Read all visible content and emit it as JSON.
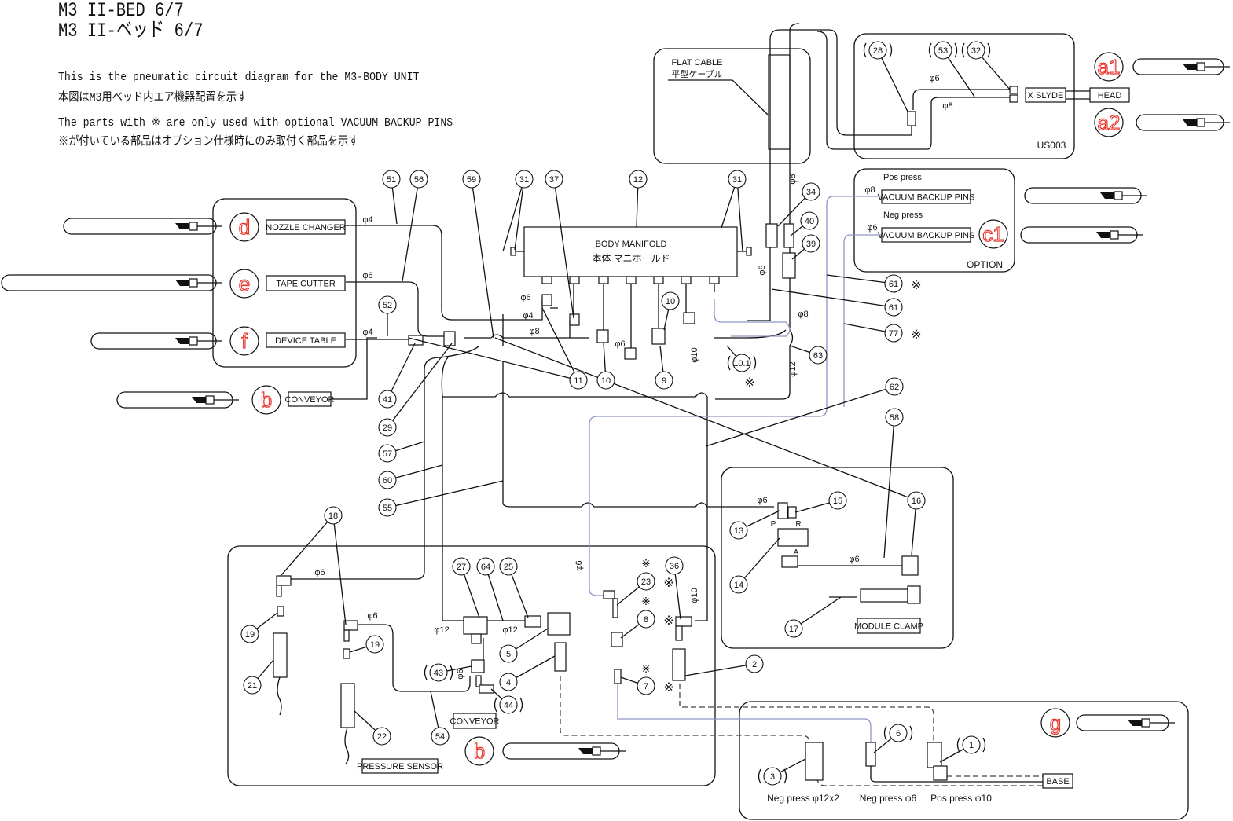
{
  "header": {
    "title_en": "M3 II-BED  6/7",
    "title_jp": "M3 II-ベッド  6/7",
    "desc_en": "This is the pneumatic circuit diagram for the M3-BODY UNIT",
    "desc_jp": "本図はM3用ベッド内エア機器配置を示す",
    "note_en": "The parts with ※ are only used with optional VACUUM BACKUP PINS",
    "note_jp": "※が付いている部品はオプション仕様時にのみ取付く部品を示す"
  },
  "manifold": {
    "label_en": "BODY MANIFOLD",
    "label_jp": "本体 マニホールド"
  },
  "boxes": [
    "NOZZLE CHANGER",
    "TAPE CUTTER",
    "DEVICE TABLE",
    "CONVEYOR",
    "CONVEYOR",
    "PRESSURE SENSOR",
    "MODULE CLAMP",
    "X SLYDE",
    "HEAD",
    "VACUUM BACKUP PINS",
    "VACUUM BACKUP PINS",
    "BASE"
  ],
  "section_letters": [
    "a1",
    "a2",
    "c1",
    "d",
    "e",
    "f",
    "b",
    "b",
    "g"
  ],
  "callouts": [
    "51",
    "56",
    "59",
    "31",
    "37",
    "12",
    "31",
    "34",
    "40",
    "39",
    "61",
    "61",
    "77",
    "63",
    "62",
    "58",
    "52",
    "10",
    "11",
    "10",
    "9",
    "10.1",
    "41",
    "29",
    "57",
    "60",
    "55",
    "18",
    "15",
    "16",
    "13",
    "14",
    "17",
    "27",
    "64",
    "25",
    "36",
    "23",
    "8",
    "7",
    "5",
    "4",
    "43",
    "44",
    "19",
    "19",
    "21",
    "22",
    "54",
    "2",
    "6",
    "1",
    "3",
    "28",
    "53",
    "32"
  ],
  "optional_marker": "※",
  "labels": [
    "φ4",
    "φ6",
    "φ4",
    "φ6",
    "φ4",
    "φ8",
    "φ6",
    "φ10",
    "φ12",
    "φ8",
    "φ8",
    "φ8",
    "φ6",
    "φ8",
    "φ8",
    "φ6",
    "φ6",
    "φ6",
    "φ6",
    "φ6",
    "φ12",
    "φ12",
    "φ6",
    "φ6",
    "φ10",
    "P",
    "R",
    "A",
    "US003",
    "OPTION",
    "Pos press",
    "Neg press",
    "FLAT CABLE",
    "平型ケーブル",
    "Neg press φ12x2",
    "Neg press φ6",
    "Pos press φ10"
  ],
  "colors": {
    "section_letter": "#e8322a",
    "optional_line": "#8d96c8",
    "line": "#111111"
  },
  "icons": {
    "reference_pointer": "pointing-hand-icon"
  }
}
